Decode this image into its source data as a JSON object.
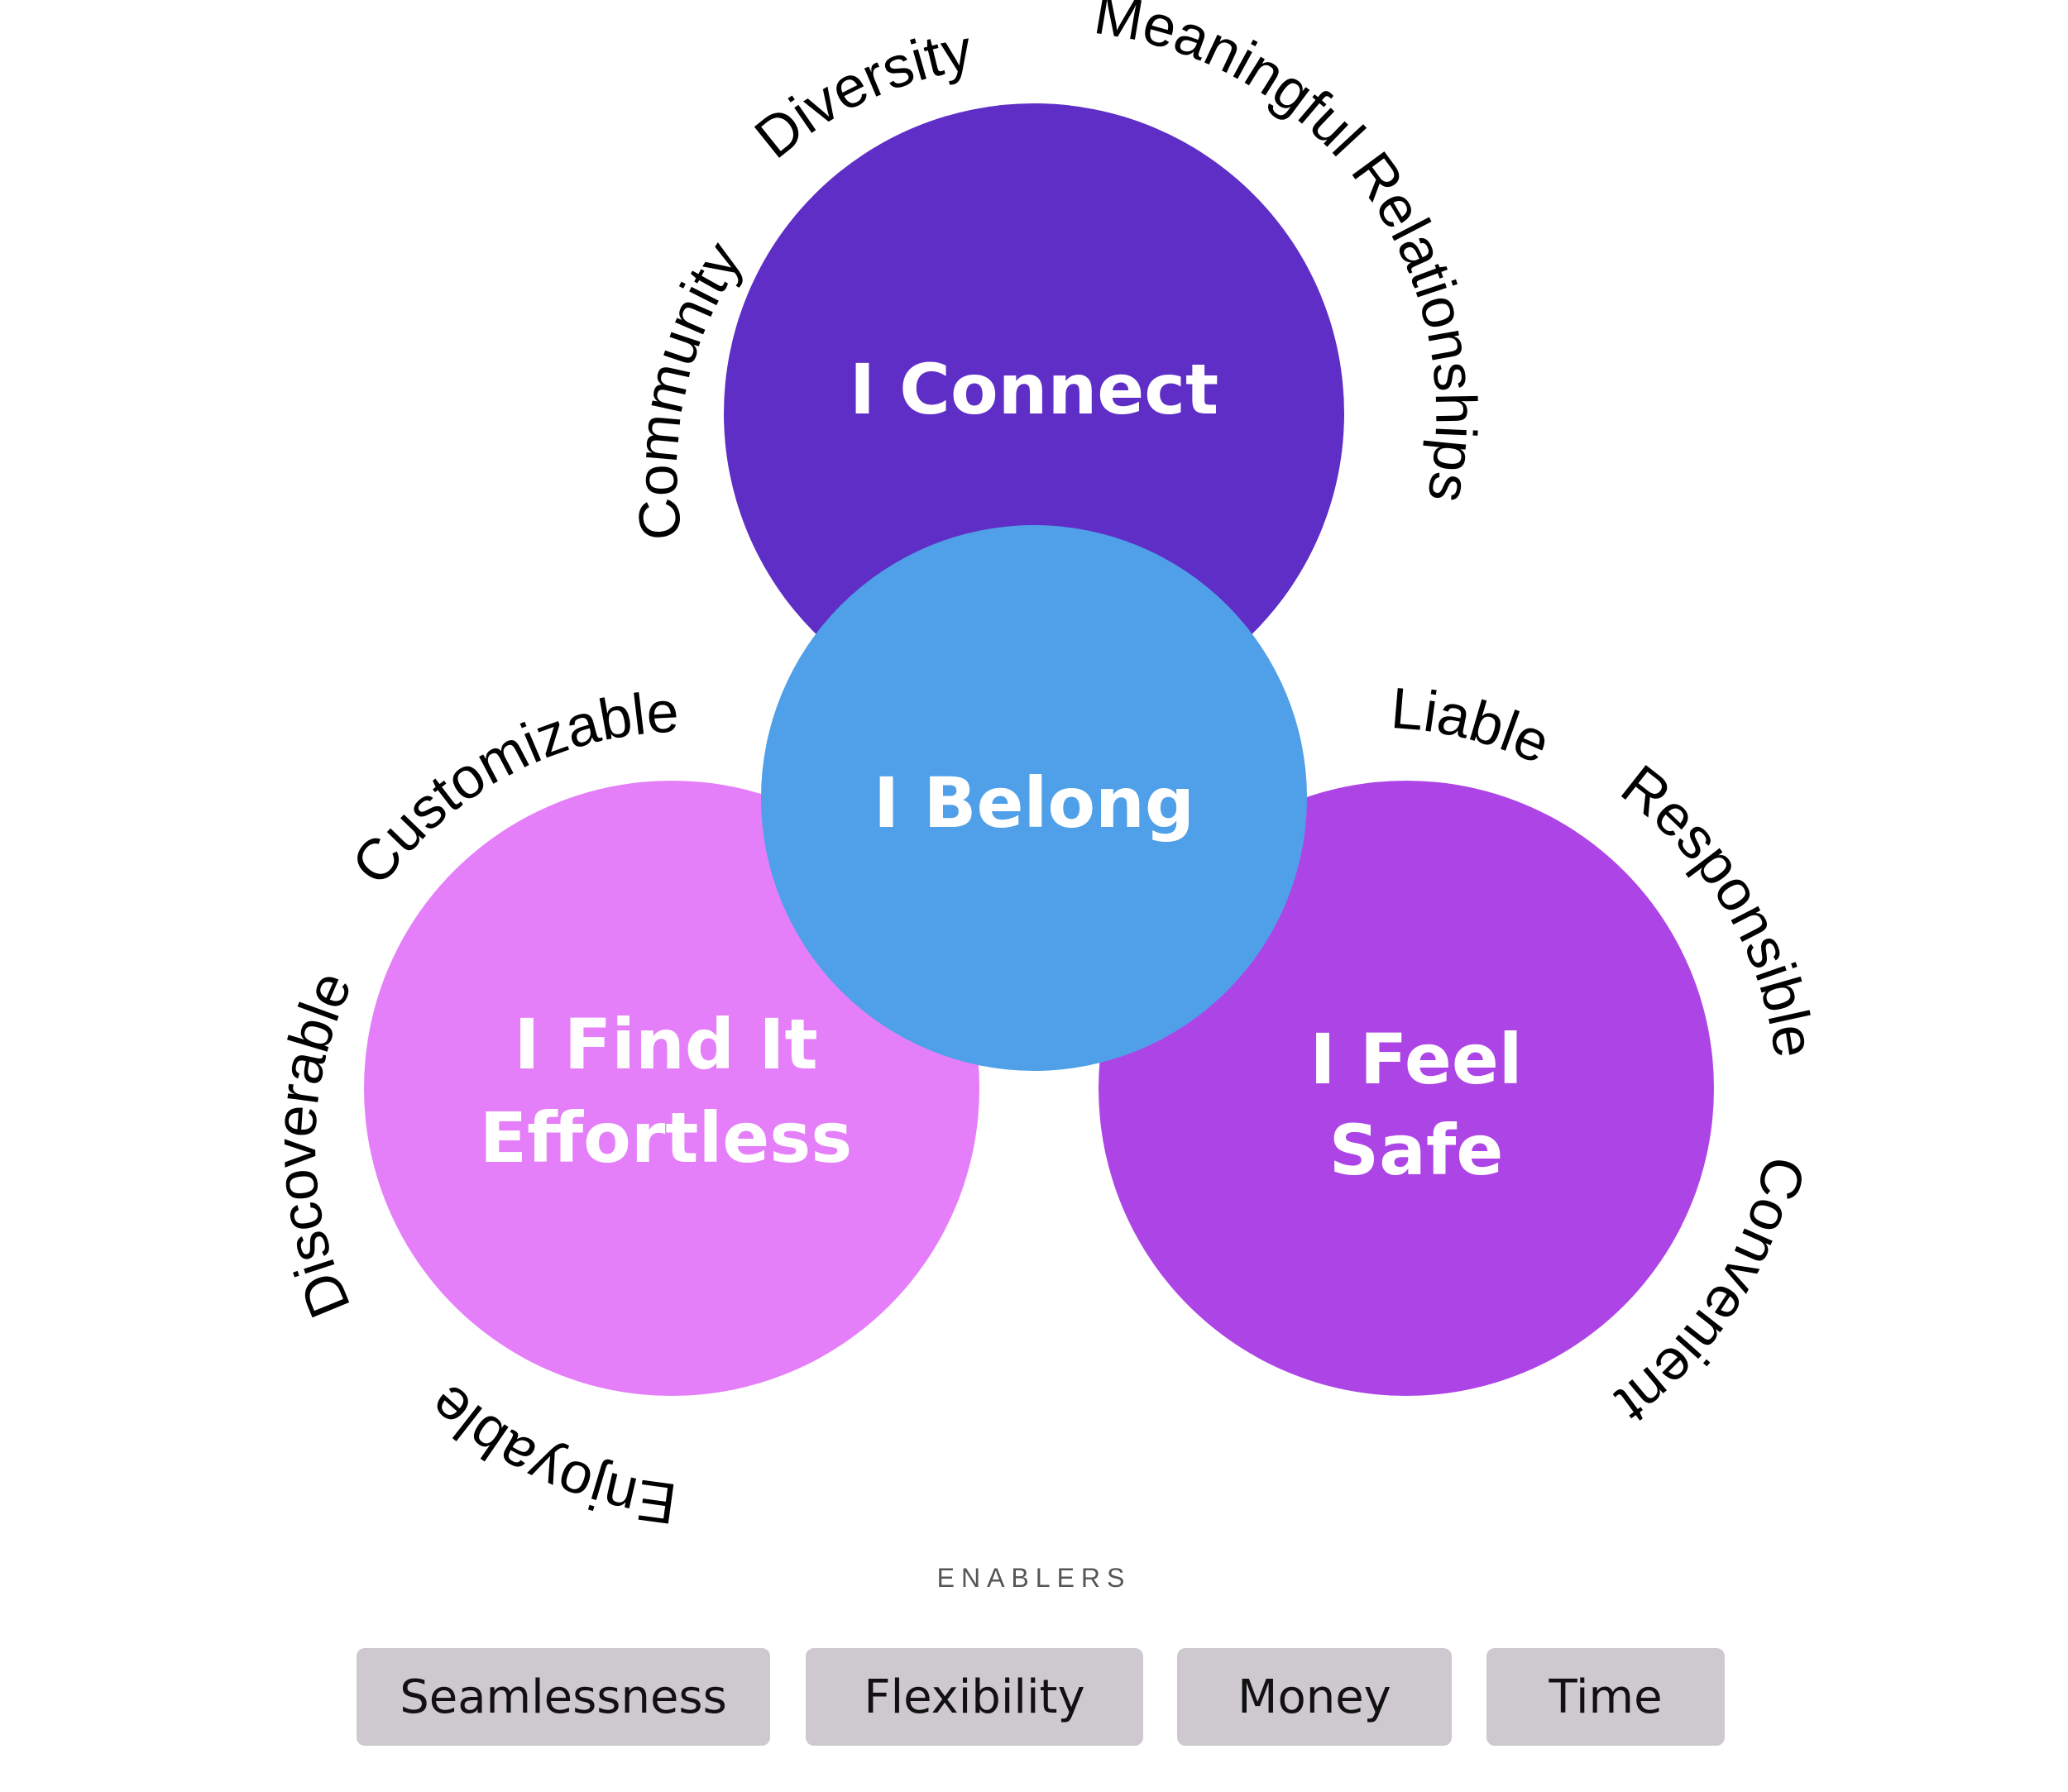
{
  "colors": {
    "connect": "#5f2ec6",
    "belong": "#4fa0e8",
    "effortless": "#e47ff9",
    "safe": "#ad45e6",
    "chip_bg": "#cdc9cf"
  },
  "circles": {
    "connect": {
      "lines": [
        "I Connect"
      ]
    },
    "belong": {
      "lines": [
        "I Belong"
      ]
    },
    "effortless": {
      "lines": [
        "I Find It",
        "Effortless"
      ]
    },
    "safe": {
      "lines": [
        "I Feel",
        "Safe"
      ]
    }
  },
  "labels": {
    "connect": {
      "community": "Community",
      "diversity": "Diversity",
      "meaningful": "Meaningful Relationships"
    },
    "effortless": {
      "customizable": "Customizable",
      "discoverable": "Discoverable",
      "enjoyable": "Enjoyable"
    },
    "safe": {
      "liable": "Liable",
      "responsible": "Responsible",
      "convenient": "Convenient"
    }
  },
  "enablers": {
    "heading": "ENABLERS",
    "items": [
      "Seamlessness",
      "Flexibility",
      "Money",
      "Time"
    ]
  }
}
